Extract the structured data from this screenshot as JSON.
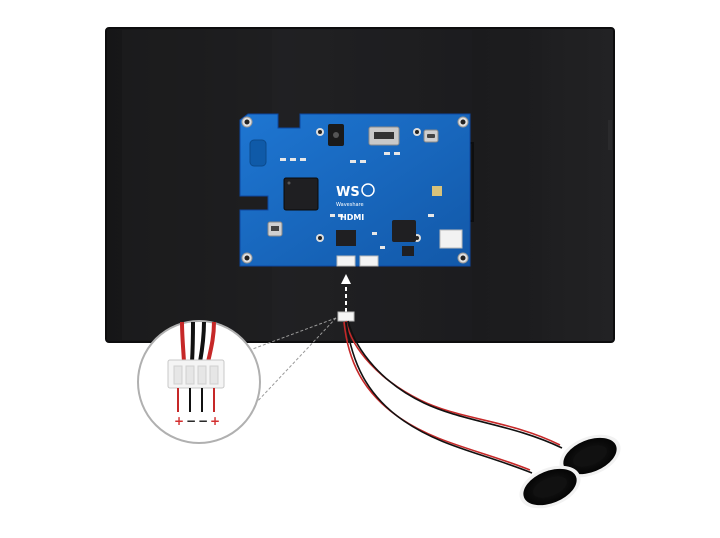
{
  "board": {
    "brand_logo": "Waveshare",
    "logo_text": "WS",
    "hdmi_label": "HDMI"
  },
  "connector": {
    "pin_marks": [
      "+",
      "−",
      "−",
      "+"
    ]
  },
  "colors": {
    "panel": "#1b1b1d",
    "panel_edge": "#0d0d0e",
    "pcb": "#1565c0",
    "pcb_dark": "#0d47a1",
    "chip": "#1f1f22",
    "wire_red": "#c62828",
    "wire_black": "#111111",
    "speaker": "#0c0c0c",
    "speaker_rim": "#f2f2f2"
  }
}
